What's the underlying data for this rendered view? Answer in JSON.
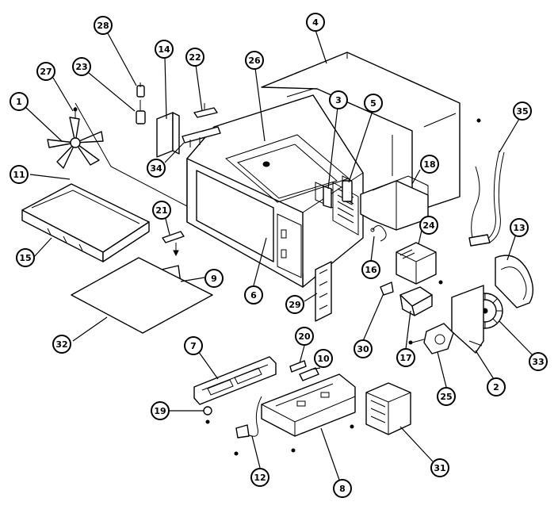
{
  "callouts": [
    {
      "id": "c1",
      "label": "1"
    },
    {
      "id": "c2",
      "label": "2"
    },
    {
      "id": "c3",
      "label": "3"
    },
    {
      "id": "c4",
      "label": "4"
    },
    {
      "id": "c5",
      "label": "5"
    },
    {
      "id": "c6",
      "label": "6"
    },
    {
      "id": "c7",
      "label": "7"
    },
    {
      "id": "c8",
      "label": "8"
    },
    {
      "id": "c9",
      "label": "9"
    },
    {
      "id": "c10",
      "label": "10"
    },
    {
      "id": "c11",
      "label": "11"
    },
    {
      "id": "c12",
      "label": "12"
    },
    {
      "id": "c13",
      "label": "13"
    },
    {
      "id": "c14",
      "label": "14"
    },
    {
      "id": "c15",
      "label": "15"
    },
    {
      "id": "c16",
      "label": "16"
    },
    {
      "id": "c17",
      "label": "17"
    },
    {
      "id": "c18",
      "label": "18"
    },
    {
      "id": "c19",
      "label": "19"
    },
    {
      "id": "c20",
      "label": "20"
    },
    {
      "id": "c21",
      "label": "21"
    },
    {
      "id": "c22",
      "label": "22"
    },
    {
      "id": "c23",
      "label": "23"
    },
    {
      "id": "c24",
      "label": "24"
    },
    {
      "id": "c25",
      "label": "25"
    },
    {
      "id": "c26",
      "label": "26"
    },
    {
      "id": "c27",
      "label": "27"
    },
    {
      "id": "c28",
      "label": "28"
    },
    {
      "id": "c29",
      "label": "29"
    },
    {
      "id": "c30",
      "label": "30"
    },
    {
      "id": "c31",
      "label": "31"
    },
    {
      "id": "c32",
      "label": "32"
    },
    {
      "id": "c33",
      "label": "33"
    },
    {
      "id": "c34",
      "label": "34"
    },
    {
      "id": "c35",
      "label": "35"
    }
  ]
}
